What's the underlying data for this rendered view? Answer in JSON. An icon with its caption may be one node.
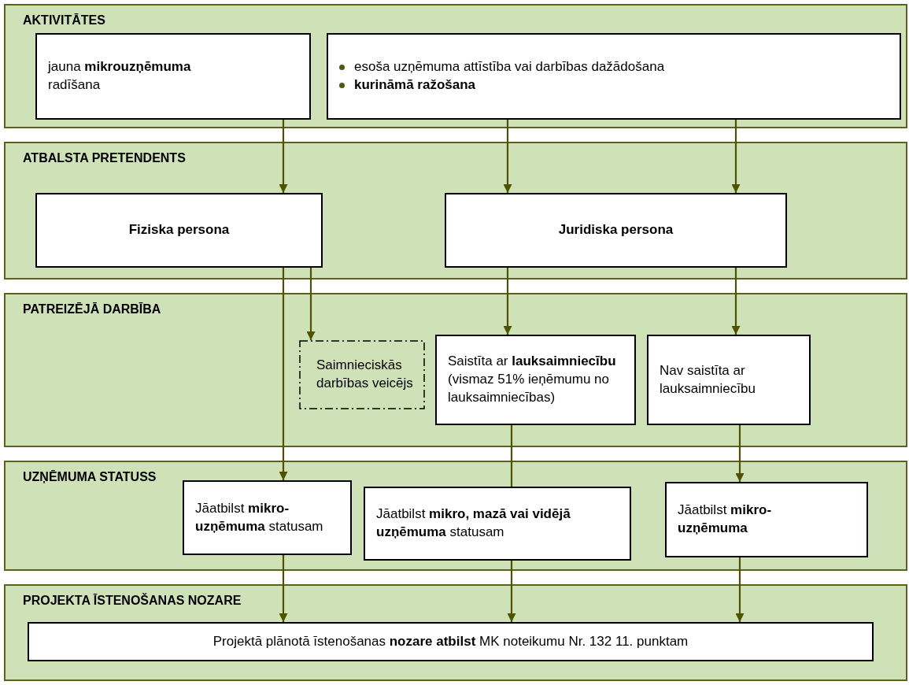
{
  "diagram": {
    "nodes": [
      {
        "text": [
          "AKTIVITĀTES"
        ]
      },
      {
        "text": [
          "jauna **mikrouzņēmuma** radīšana"
        ],
        "in": 0
      },
      {
        "text": [
          "esoša uzņēmuma attīstība vai darbības dažādošana",
          "**kurināmā ražošana**"
        ],
        "in": 0
      },
      {
        "text": [
          "ATBALSTA PRETENDENTS"
        ]
      },
      {
        "text": [
          "Fiziska persona"
        ],
        "in": 3
      },
      {
        "text": [
          "Juridiska persona"
        ],
        "in": 3
      },
      {
        "text": [
          "PATREIZĒJĀ DARBĪBA"
        ]
      },
      {
        "text": [
          "Saimnieciskās darbības veicējs"
        ],
        "in": 6
      },
      {
        "text": [
          "Saistīta ar **lauksaimniecību** (vismaz 51% ieņēmumu no lauksaimniecības)"
        ],
        "in": 6
      },
      {
        "text": [
          "Nav saistīta ar lauksaimniecību"
        ],
        "in": 6
      },
      {
        "text": [
          "UZŅĒMUMA STATUSS"
        ]
      },
      {
        "text": [
          "Jāatbilst **mikro-uzņēmuma** statusam"
        ],
        "in": 10
      },
      {
        "text": [
          "Jāatbilst **mikro, mazā vai vidējā uzņēmuma** statusam"
        ],
        "in": 10
      },
      {
        "text": [
          "Jāatbilst **mikro-uzņēmuma**"
        ],
        "in": 10
      },
      {
        "text": [
          "PROJEKTA ĪSTENOŠANAS NOZARE"
        ]
      },
      {
        "text": [
          "Projektā plānotā īstenošanas **nozare atbilst** MK noteikumu Nr. 132 11. punktam"
        ],
        "in": 14
      }
    ],
    "edges": [
      {
        "from": 1,
        "to": 4,
        "arrow": "to"
      },
      {
        "from": 2,
        "to": 5,
        "arrow": "to"
      },
      {
        "from": 2,
        "to": 5,
        "arrow": "to"
      },
      {
        "from": 4,
        "to": 7,
        "arrow": "to"
      },
      {
        "from": 4,
        "to": 11,
        "arrow": "to"
      },
      {
        "from": 5,
        "to": 8,
        "arrow": "to"
      },
      {
        "from": 5,
        "to": 9,
        "arrow": "to"
      },
      {
        "from": 8,
        "to": 12,
        "arrow": "none"
      },
      {
        "from": 9,
        "to": 13,
        "arrow": "to"
      },
      {
        "from": 11,
        "to": 15,
        "arrow": "to"
      },
      {
        "from": 12,
        "to": 15,
        "arrow": "to"
      },
      {
        "from": 13,
        "to": 15,
        "arrow": "to"
      }
    ]
  }
}
